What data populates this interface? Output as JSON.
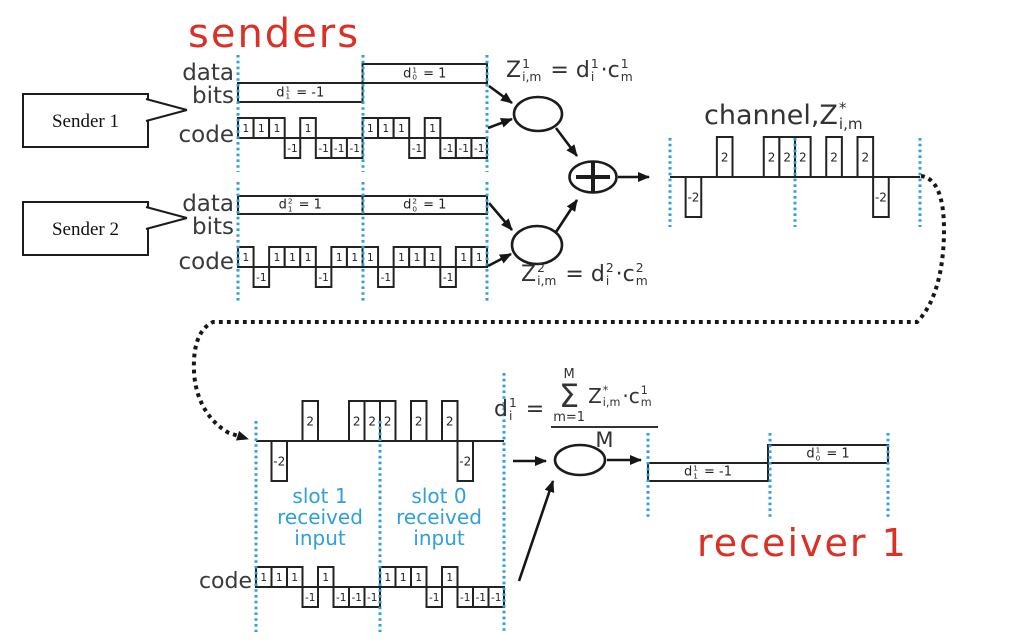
{
  "colors": {
    "red": "#da3025",
    "blue": "#2f9fdd",
    "ink": "#1c1c1c",
    "stroke": "#222222",
    "label_gray": "#3a3a3a",
    "formula_gray": "#333333"
  },
  "titles": {
    "senders": "senders",
    "receiver": "receiver 1"
  },
  "callouts": {
    "sender1": "Sender 1",
    "sender2": "Sender 2"
  },
  "row_labels": {
    "sender1_bits": "data\nbits",
    "sender1_code": "code",
    "sender2_bits": "data\nbits",
    "sender2_code": "code",
    "receiver_code": "code"
  },
  "slot_labels": {
    "slot1": "slot 1\nreceived\ninput",
    "slot0": "slot 0\nreceived\ninput"
  },
  "formulas": {
    "z1": [
      "Z",
      {
        "sup": "1",
        "sub": "i,m"
      },
      " = d",
      {
        "sup": "1",
        "sub": "i"
      },
      "·c",
      {
        "sup": "1",
        "sub": "m"
      }
    ],
    "z2": [
      "Z",
      {
        "sup": "2",
        "sub": "i,m"
      },
      " = d",
      {
        "sup": "2",
        "sub": "i"
      },
      "·c",
      {
        "sup": "2",
        "sub": "m"
      }
    ],
    "channel": [
      "channel,Z",
      {
        "sup": "*",
        "sub": "i,m"
      }
    ],
    "receiver": {
      "lhs": [
        "d",
        {
          "sup": "1",
          "sub": "i"
        },
        " ="
      ],
      "sum_top": "M",
      "sigma": "Σ",
      "sum_bottom": "m=1",
      "numerator": [
        "Z",
        {
          "sup": "*",
          "sub": "i,m"
        },
        "·c",
        {
          "sup": "1",
          "sub": "m"
        }
      ],
      "denominator": "M"
    }
  },
  "waveforms": {
    "sender1_bits": {
      "slots": [
        {
          "value": -1,
          "label": [
            "d",
            {
              "sup": "1",
              "sub": "1"
            },
            " = -1"
          ]
        },
        {
          "value": 1,
          "label": [
            "d",
            {
              "sup": "1",
              "sub": "0"
            },
            " = 1"
          ]
        }
      ]
    },
    "sender2_bits": {
      "slots": [
        {
          "value": 1,
          "label": [
            "d",
            {
              "sup": "2",
              "sub": "1"
            },
            " = 1"
          ]
        },
        {
          "value": 1,
          "label": [
            "d",
            {
              "sup": "2",
              "sub": "0"
            },
            " = 1"
          ]
        }
      ]
    },
    "receiver_bits": {
      "slots": [
        {
          "value": -1,
          "label": [
            "d",
            {
              "sup": "1",
              "sub": "1"
            },
            " = -1"
          ]
        },
        {
          "value": 1,
          "label": [
            "d",
            {
              "sup": "1",
              "sub": "0"
            },
            " = 1"
          ]
        }
      ]
    },
    "sender1_code": {
      "chips_per_slot": [
        1,
        1,
        1,
        -1,
        1,
        -1,
        -1,
        -1
      ],
      "slot_count": 2
    },
    "sender2_code": {
      "chips_per_slot": [
        1,
        -1,
        1,
        1,
        1,
        -1,
        1,
        1
      ],
      "slot_count": 2
    },
    "receiver_code": {
      "chips_per_slot": [
        1,
        1,
        1,
        -1,
        1,
        -1,
        -1,
        -1
      ],
      "slot_count": 2
    },
    "channel_signal": {
      "values": [
        0,
        -2,
        0,
        2,
        0,
        0,
        2,
        2,
        2,
        0,
        2,
        0,
        2,
        -2,
        0,
        0
      ]
    },
    "received_signal": {
      "values": [
        0,
        -2,
        0,
        2,
        0,
        0,
        2,
        2,
        2,
        0,
        2,
        0,
        2,
        -2,
        0,
        0
      ]
    }
  }
}
